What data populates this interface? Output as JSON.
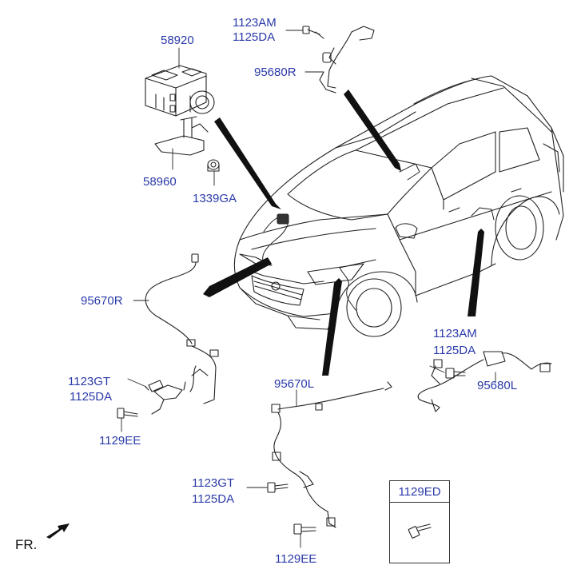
{
  "labels": {
    "abs_module": "58920",
    "bracket": "58960",
    "bushing": "1339GA",
    "bolt_top_a": "1123AM",
    "bolt_top_b": "1125DA",
    "sensor_rear_right": "95680R",
    "sensor_front_right": "95670R",
    "bolt_fr_a": "1123GT",
    "bolt_fr_b": "1125DA",
    "bolt_fr_c": "1129EE",
    "sensor_front_left": "95670L",
    "bolt_rl_a": "1123AM",
    "bolt_rl_b": "1125DA",
    "sensor_rear_left": "95680L",
    "bolt_fl_a": "1123GT",
    "bolt_fl_b": "1125DA",
    "bolt_fl_c": "1129EE",
    "inset_part": "1129ED"
  },
  "direction_label": "FR.",
  "colors": {
    "label": "#2a3aa8",
    "line": "#222222"
  }
}
